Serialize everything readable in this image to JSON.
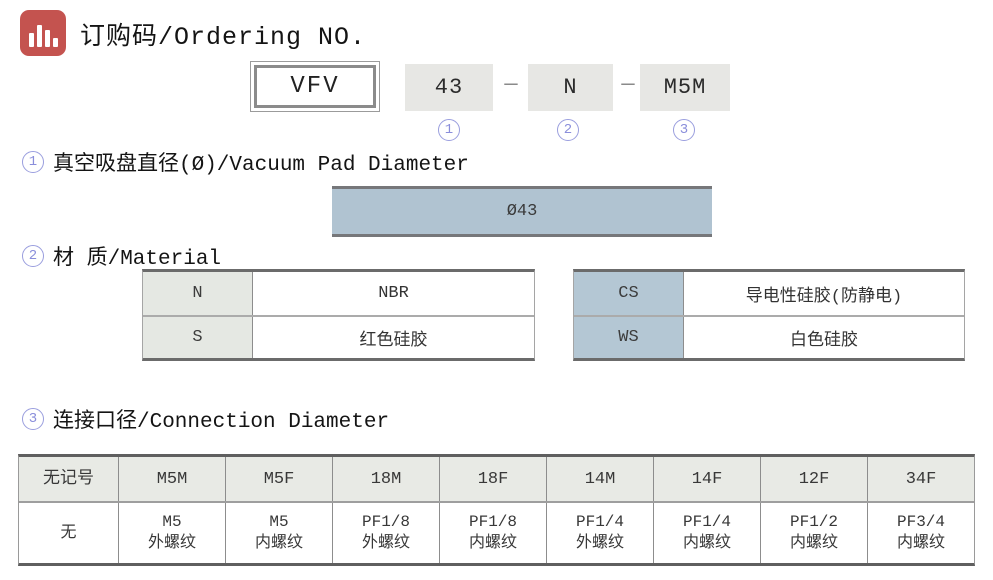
{
  "colors": {
    "accent_red": "#c4534f",
    "circle_blue": "#8a8edb",
    "pad_highlight_blue": "#b0c3d1",
    "code_box_gray": "#e7e7e4",
    "table_header_gray": "#e8eae5",
    "material_code_gray": "#e5e8e3",
    "material_code_blue": "#b4c7d4"
  },
  "header": {
    "icon": "bar-chart",
    "title": "订购码/Ordering NO."
  },
  "ordering_code": {
    "model": "VFV",
    "separator": "—",
    "segments": [
      {
        "value": "43",
        "index": "1"
      },
      {
        "value": "N",
        "index": "2"
      },
      {
        "value": "M5M",
        "index": "3"
      }
    ]
  },
  "section1": {
    "num": "1",
    "heading": "真空吸盘直径(Ø)/Vacuum Pad Diameter",
    "pad_value": "Ø43"
  },
  "section2": {
    "num": "2",
    "heading": "材 质/Material",
    "left_table": {
      "rows": [
        {
          "code": "N",
          "name": "NBR"
        },
        {
          "code": "S",
          "name": "红色硅胶"
        }
      ]
    },
    "right_table": {
      "rows": [
        {
          "code": "CS",
          "name": "导电性硅胶(防静电)"
        },
        {
          "code": "WS",
          "name": "白色硅胶"
        }
      ]
    }
  },
  "section3": {
    "num": "3",
    "heading": "连接口径/Connection Diameter",
    "table": {
      "headers": [
        "无记号",
        "M5M",
        "M5F",
        "18M",
        "18F",
        "14M",
        "14F",
        "12F",
        "34F"
      ],
      "row": [
        {
          "line1": "无",
          "line2": ""
        },
        {
          "line1": "M5",
          "line2": "外螺纹"
        },
        {
          "line1": "M5",
          "line2": "内螺纹"
        },
        {
          "line1": "PF1/8",
          "line2": "外螺纹"
        },
        {
          "line1": "PF1/8",
          "line2": "内螺纹"
        },
        {
          "line1": "PF1/4",
          "line2": "外螺纹"
        },
        {
          "line1": "PF1/4",
          "line2": "内螺纹"
        },
        {
          "line1": "PF1/2",
          "line2": "内螺纹"
        },
        {
          "line1": "PF3/4",
          "line2": "内螺纹"
        }
      ]
    }
  }
}
